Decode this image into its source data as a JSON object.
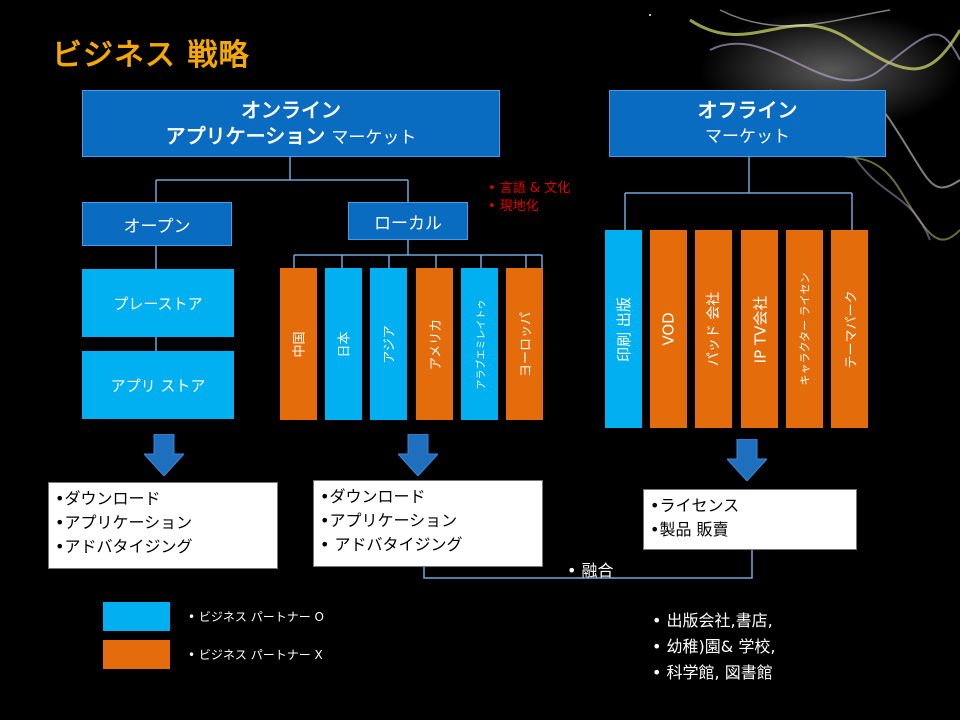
{
  "title": "ビジネス 戦略",
  "online": {
    "line1": "オンライン",
    "line2_bold": "アプリケーション",
    "line2_normal": "マーケット",
    "open": {
      "label": "オープン",
      "stores": [
        "プレーストア",
        "アプリ ストア"
      ]
    },
    "local": {
      "label": "ローカル",
      "regions": [
        "中国",
        "日本",
        "アジア",
        "アメリカ",
        "アラブエミレイトゥ",
        "ヨーロッパ"
      ]
    },
    "notes": [
      "• 言語 & 文化",
      "•  現地化"
    ]
  },
  "offline": {
    "line1": "オフライン",
    "line2": "マーケット",
    "items": [
      "印刷 出版",
      "VOD",
      "パッド 会社",
      "IP TV会社",
      "キャラクター ライセン",
      "テーマパーク"
    ]
  },
  "revenue": {
    "open": [
      "•ダウンロード",
      "•アプリケーション",
      "•アドバタイジング"
    ],
    "local": [
      "•ダウンロード",
      "•アプリケーション",
      "• アドバタイジング"
    ],
    "offline": [
      "•ライセンス",
      "•製品  販賣"
    ]
  },
  "merge_label": "• 融合",
  "legend": [
    {
      "text": "• ビジネス パートナー O",
      "color": "#00b0f0"
    },
    {
      "text": "• ビジネス パートナー X",
      "color": "#e46c0a"
    }
  ],
  "publishers": [
    "• 出版会社,書店,",
    "• 幼稚)園& 学校,",
    "• 科学館, 図書館"
  ],
  "colors": {
    "title": "#f5a800",
    "header_blue": "#0a6cc0",
    "partner_o": "#00b0f0",
    "partner_x": "#e46c0a",
    "note_red": "#e00000"
  }
}
